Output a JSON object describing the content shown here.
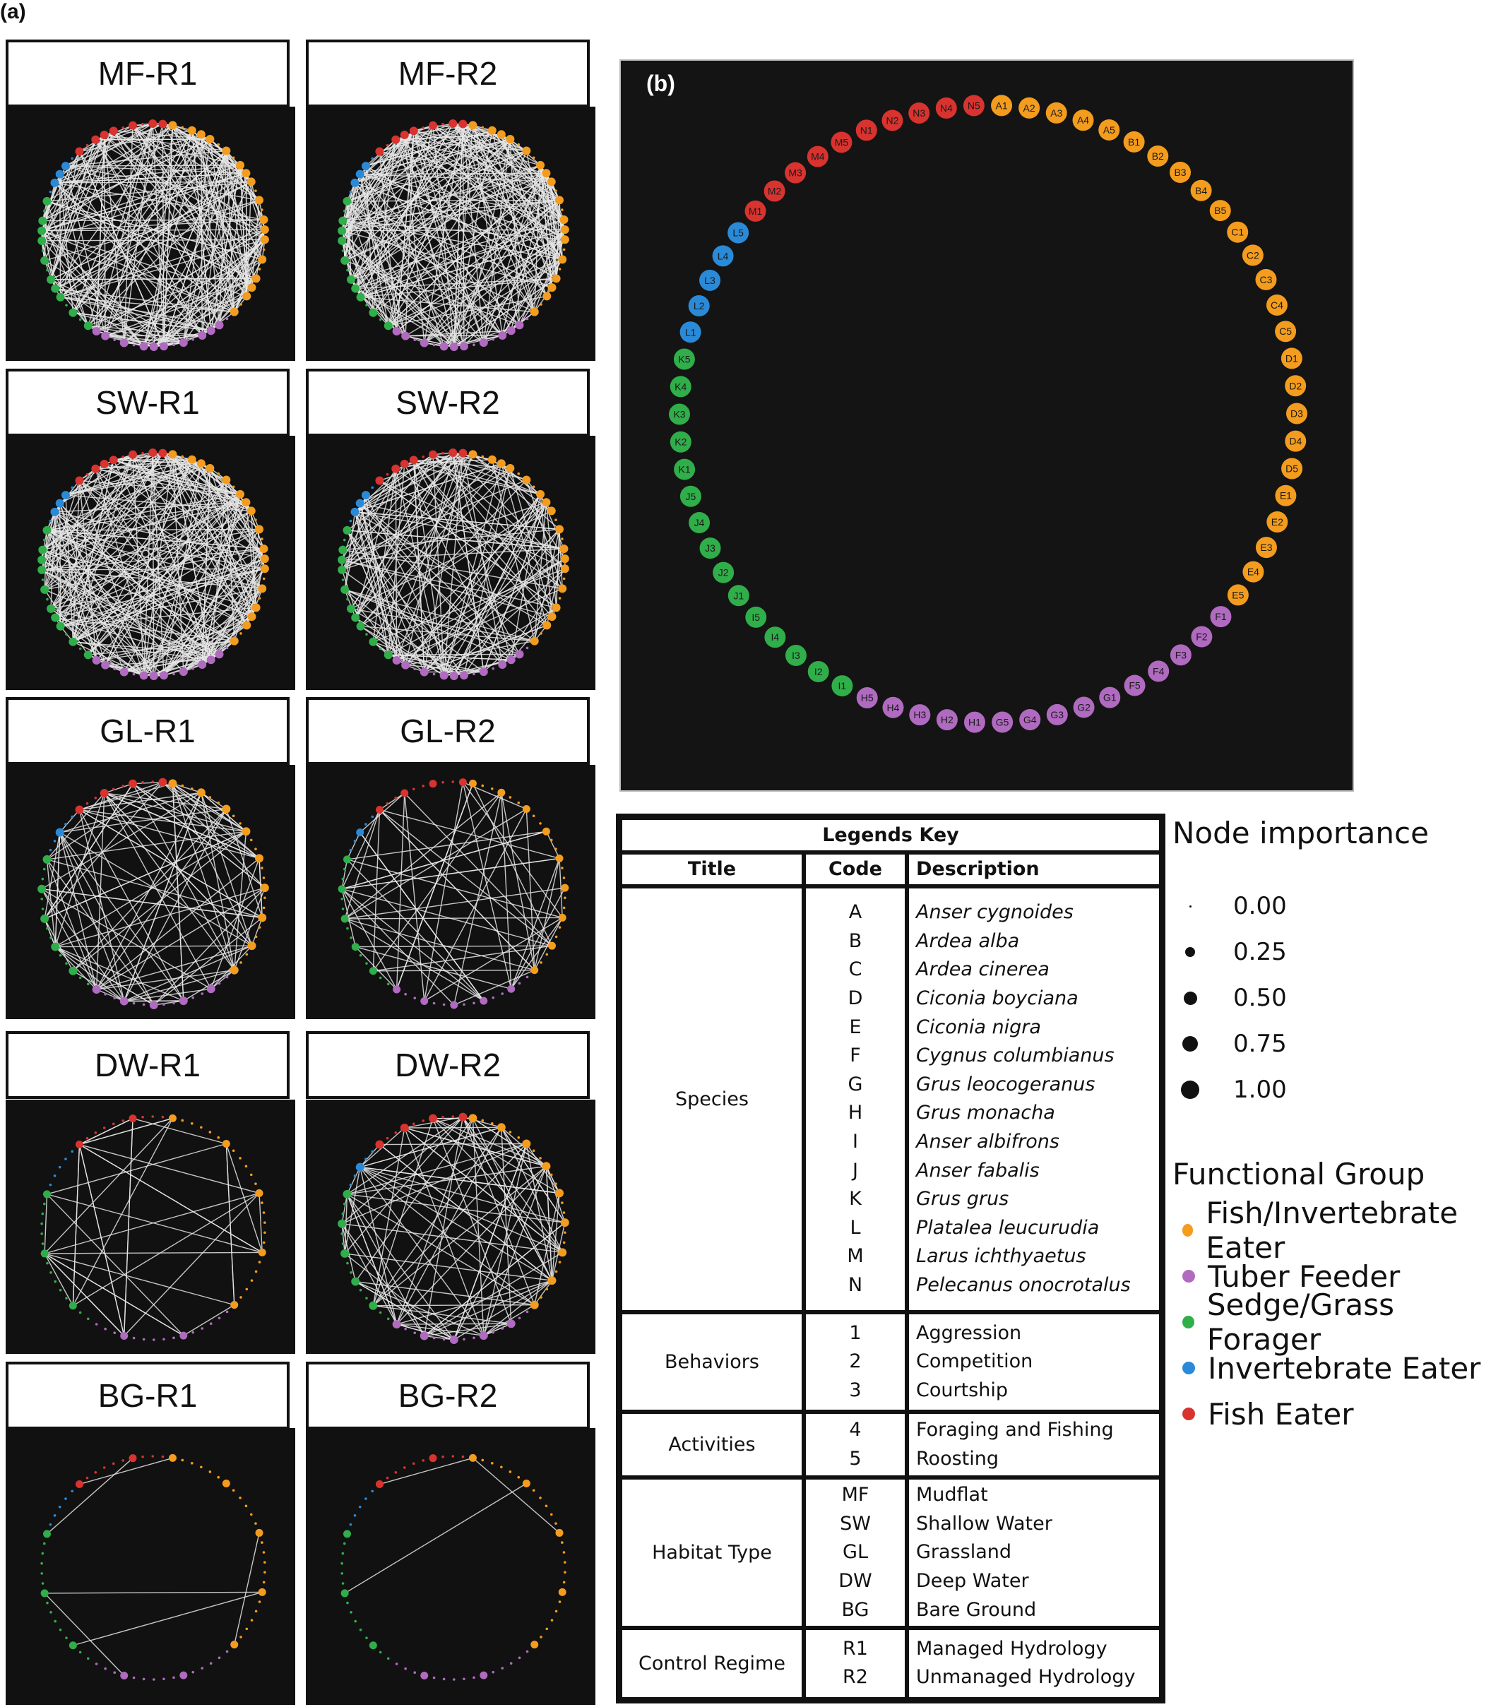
{
  "panel_a_label": "(a)",
  "panel_b_label": "(b)",
  "colors": {
    "orange": "#f39c1e",
    "purple": "#b06ac0",
    "green": "#2fae4a",
    "blue": "#2a8ad8",
    "red": "#d8332f"
  },
  "panel_b_nodes": {
    "orange": [
      "A1",
      "A2",
      "A3",
      "A4",
      "A5",
      "B1",
      "B2",
      "B3",
      "B4",
      "B5",
      "C1",
      "C2",
      "C3",
      "C4",
      "C5",
      "D1",
      "D2",
      "D3",
      "D4",
      "D5",
      "E1",
      "E2",
      "E3",
      "E4",
      "E5"
    ],
    "purple": [
      "F1",
      "F2",
      "F3",
      "F4",
      "F5",
      "G1",
      "G2",
      "G3",
      "G4",
      "G5",
      "H1",
      "H2",
      "H3",
      "H4",
      "H5"
    ],
    "green": [
      "I1",
      "I2",
      "I3",
      "I4",
      "I5",
      "J1",
      "J2",
      "J3",
      "J4",
      "J5",
      "K1",
      "K2",
      "K3",
      "K4",
      "K5"
    ],
    "blue": [
      "L1",
      "L2",
      "L3",
      "L4",
      "L5"
    ],
    "red": [
      "M1",
      "M2",
      "M3",
      "M4",
      "M5",
      "N1",
      "N2",
      "N3",
      "N4",
      "N5"
    ]
  },
  "networks": [
    {
      "title": "MF-R1",
      "density": "high"
    },
    {
      "title": "MF-R2",
      "density": "high"
    },
    {
      "title": "SW-R1",
      "density": "high"
    },
    {
      "title": "SW-R2",
      "density": "mid-high"
    },
    {
      "title": "GL-R1",
      "density": "mid"
    },
    {
      "title": "GL-R2",
      "density": "low-mid"
    },
    {
      "title": "DW-R1",
      "density": "low"
    },
    {
      "title": "DW-R2",
      "density": "mid"
    },
    {
      "title": "BG-R1",
      "density": "very-low"
    },
    {
      "title": "BG-R2",
      "density": "minimal"
    }
  ],
  "legend_table": {
    "heading": "Legends Key",
    "columns": [
      "Title",
      "Code",
      "Description"
    ],
    "groups": [
      {
        "title": "Species",
        "rows": [
          {
            "code": "A",
            "desc": "Anser cygnoides"
          },
          {
            "code": "B",
            "desc": "Ardea alba"
          },
          {
            "code": "C",
            "desc": "Ardea cinerea"
          },
          {
            "code": "D",
            "desc": "Ciconia boyciana"
          },
          {
            "code": "E",
            "desc": "Ciconia nigra"
          },
          {
            "code": "F",
            "desc": "Cygnus columbianus"
          },
          {
            "code": "G",
            "desc": "Grus leocogeranus"
          },
          {
            "code": "H",
            "desc": "Grus monacha"
          },
          {
            "code": "I",
            "desc": "Anser albifrons"
          },
          {
            "code": "J",
            "desc": "Anser fabalis"
          },
          {
            "code": "K",
            "desc": "Grus grus"
          },
          {
            "code": "L",
            "desc": "Platalea leucurudia"
          },
          {
            "code": "M",
            "desc": "Larus ichthyaetus"
          },
          {
            "code": "N",
            "desc": "Pelecanus onocrotalus"
          }
        ]
      },
      {
        "title": "Behaviors",
        "rows": [
          {
            "code": "1",
            "desc": "Aggression"
          },
          {
            "code": "2",
            "desc": "Competition"
          },
          {
            "code": "3",
            "desc": "Courtship"
          }
        ]
      },
      {
        "title": "Activities",
        "rows": [
          {
            "code": "4",
            "desc": "Foraging and Fishing"
          },
          {
            "code": "5",
            "desc": "Roosting"
          }
        ]
      },
      {
        "title": "Habitat Type",
        "rows": [
          {
            "code": "MF",
            "desc": "Mudflat"
          },
          {
            "code": "SW",
            "desc": "Shallow Water"
          },
          {
            "code": "GL",
            "desc": "Grassland"
          },
          {
            "code": "DW",
            "desc": "Deep Water"
          },
          {
            "code": "BG",
            "desc": "Bare Ground"
          }
        ]
      },
      {
        "title": "Control Regime",
        "rows": [
          {
            "code": "R1",
            "desc": "Managed Hydrology"
          },
          {
            "code": "R2",
            "desc": "Unmanaged Hydrology"
          }
        ]
      }
    ]
  },
  "node_importance": {
    "heading": "Node importance",
    "levels": [
      "0.00",
      "0.25",
      "0.50",
      "0.75",
      "1.00"
    ]
  },
  "functional_group": {
    "heading": "Functional Group",
    "items": [
      {
        "label": "Fish/Invertebrate Eater",
        "color": "#f39c1e"
      },
      {
        "label": "Tuber Feeder",
        "color": "#b06ac0"
      },
      {
        "label": "Sedge/Grass Forager",
        "color": "#2fae4a"
      },
      {
        "label": "Invertebrate Eater",
        "color": "#2a8ad8"
      },
      {
        "label": "Fish Eater",
        "color": "#d8332f"
      }
    ]
  }
}
